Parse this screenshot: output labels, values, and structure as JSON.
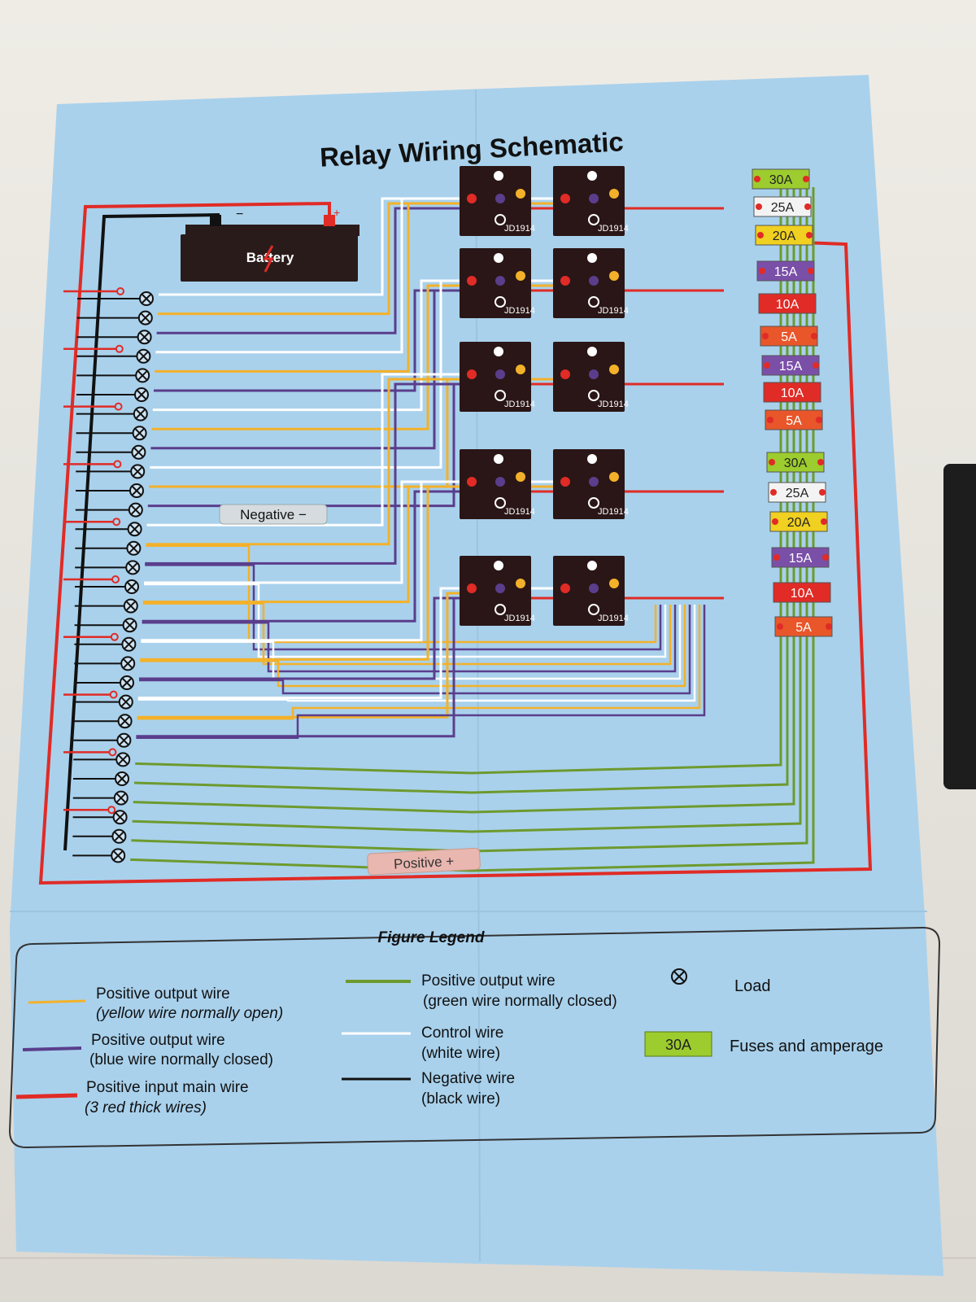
{
  "title": "Relay Wiring Schematic",
  "battery": {
    "label": "Battery",
    "minus": "−",
    "plus": "+"
  },
  "relay_model": "JD1914",
  "fuses": [
    "30A",
    "25A",
    "20A",
    "15A",
    "10A",
    "5A",
    "15A",
    "10A",
    "5A",
    "30A",
    "25A",
    "20A",
    "15A",
    "10A",
    "5A"
  ],
  "bus_labels": {
    "negative": "Negative −",
    "positive": "Positive +"
  },
  "legend": {
    "heading": "Figure Legend",
    "items": [
      {
        "line1": "Positive output wire",
        "line2": "(yellow wire normally open)",
        "color": "#f3b12a"
      },
      {
        "line1": "Positive output wire",
        "line2": "(blue wire normally closed)",
        "color": "#5a3e8c"
      },
      {
        "line1": "Positive input main wire",
        "line2": "(3 red thick wires)",
        "color": "#e02b26"
      },
      {
        "line1": "Positive output wire",
        "line2": "(green wire normally closed)",
        "color": "#6d9a2e"
      },
      {
        "line1": "Control wire",
        "line2": "(white wire)",
        "color": "#ffffff"
      },
      {
        "line1": "Negative wire",
        "line2": "(black wire)",
        "color": "#111111"
      }
    ],
    "load_label": "Load",
    "fuse_sample": "30A",
    "fuse_label": "Fuses and amperage"
  },
  "colors": {
    "paper": "#a9d1ec",
    "red": "#e02b26",
    "yellow": "#f3b12a",
    "purple": "#5a3e8c",
    "green": "#6d9a2e",
    "white": "#ffffff",
    "black": "#111111",
    "relay": "#2a1616",
    "fuse_green": "#9ccc2e"
  }
}
